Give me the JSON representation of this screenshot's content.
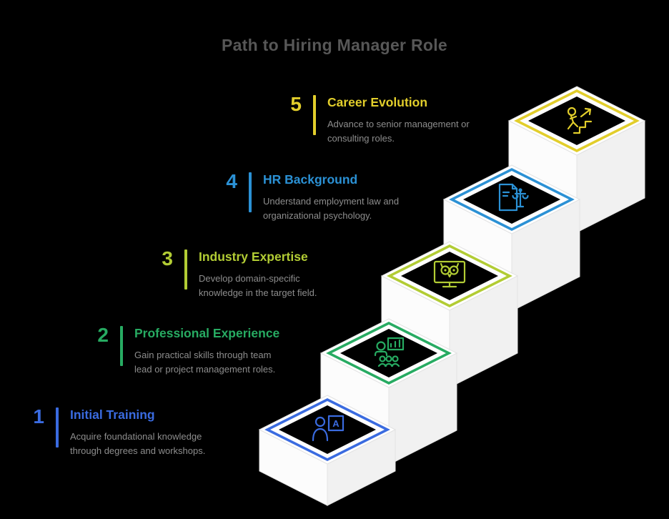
{
  "title": "Path to Hiring Manager Role",
  "colors": {
    "background": "#000000",
    "title_text": "#575757",
    "description_text": "#8d8d8d",
    "step_surface": "#ffffff"
  },
  "steps": [
    {
      "number": "1",
      "title": "Initial Training",
      "description": "Acquire foundational knowledge\nthrough degrees and workshops.",
      "color": "#3a6be0",
      "icon": "person-a-training-icon",
      "icon_letter": "A"
    },
    {
      "number": "2",
      "title": "Professional Experience",
      "description": "Gain practical skills through team\nlead or project management roles.",
      "color": "#27ab62",
      "icon": "team-bar-chart-icon"
    },
    {
      "number": "3",
      "title": "Industry Expertise",
      "description": "Develop domain-specific\nknowledge in the target field.",
      "color": "#b2cc34",
      "icon": "monitor-owl-icon"
    },
    {
      "number": "4",
      "title": "HR Background",
      "description": "Understand employment law and\norganizational psychology.",
      "color": "#2b91d5",
      "icon": "document-scales-icon"
    },
    {
      "number": "5",
      "title": "Career Evolution",
      "description": "Advance to senior management or\nconsulting roles.",
      "color": "#e2ce2b",
      "icon": "stairs-climb-arrow-icon"
    }
  ]
}
